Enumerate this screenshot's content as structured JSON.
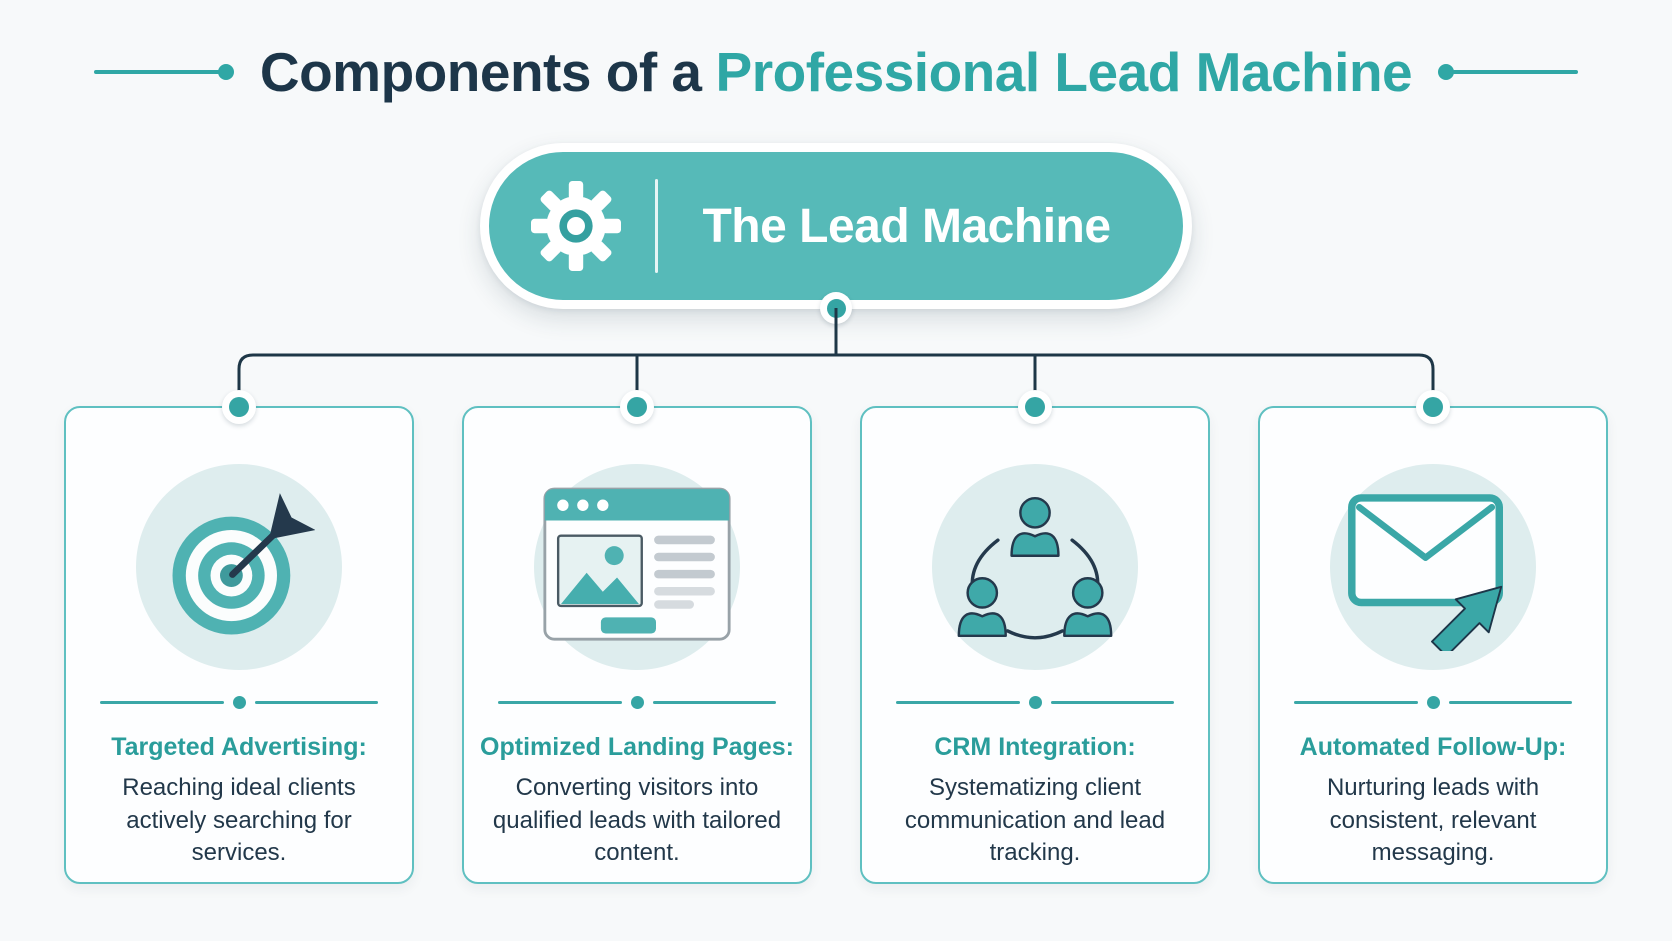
{
  "title": {
    "prefix": "Components of a",
    "highlight": "Professional Lead Machine"
  },
  "machine": {
    "label": "The Lead Machine",
    "icon": "gear-icon"
  },
  "cards": [
    {
      "icon": "target-arrow-icon",
      "heading": "Targeted Advertising:",
      "body": "Reaching ideal clients actively searching for services."
    },
    {
      "icon": "landing-page-icon",
      "heading": "Optimized Landing Pages:",
      "body": "Converting visitors into qualified leads with tailored content."
    },
    {
      "icon": "people-network-icon",
      "heading": "CRM Integration:",
      "body": "Systematizing client communication and lead tracking."
    },
    {
      "icon": "email-forward-icon",
      "heading": "Automated Follow-Up:",
      "body": "Nurturing leads with consistent, relevant messaging."
    }
  ],
  "colors": {
    "background": "#f7f9fa",
    "navy": "#1d3649",
    "teal_accent": "#2fa7a5",
    "pill_teal": "#56bab8",
    "card_border": "#5fc0c1",
    "heading_teal": "#2a9d9b",
    "icon_circle_bg": "#deedee",
    "connector_navy": "#1e3747"
  }
}
